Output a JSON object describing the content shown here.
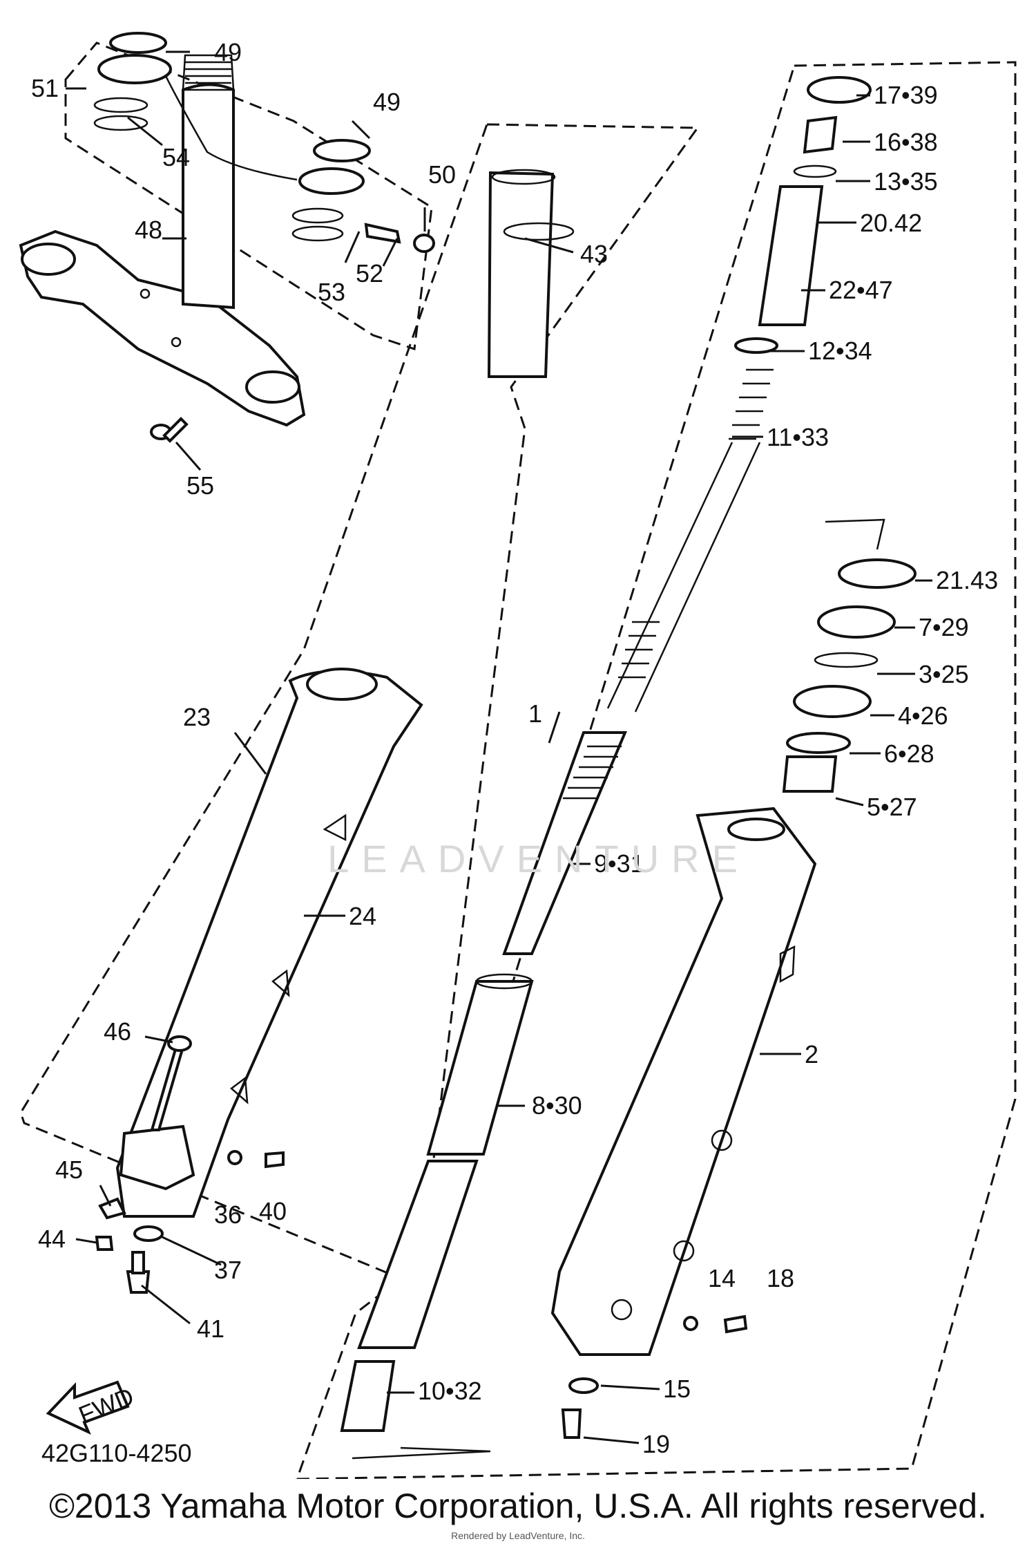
{
  "diagram_code": "42G110-4250",
  "copyright": "©2013 Yamaha Motor Corporation, U.S.A. All rights reserved.",
  "watermark": "LEADVENTURE",
  "footnote": "Rendered by LeadVenture, Inc.",
  "fwd_label": "FWD",
  "callouts": {
    "c1": "1",
    "c2": "2",
    "c3_25": "3•25",
    "c4_26": "4•26",
    "c5_27": "5•27",
    "c6_28": "6•28",
    "c7_29": "7•29",
    "c8_30": "8•30",
    "c9_31": "9•31",
    "c10_32": "10•32",
    "c11_33": "11•33",
    "c12_34": "12•34",
    "c13_35": "13•35",
    "c14": "14",
    "c15": "15",
    "c16_38": "16•38",
    "c17_39": "17•39",
    "c18": "18",
    "c19": "19",
    "c20_42": "20.42",
    "c21_43": "21.43",
    "c22_47": "22•47",
    "c23": "23",
    "c24": "24",
    "c36": "36",
    "c37": "37",
    "c40": "40",
    "c41": "41",
    "c43": "43",
    "c44": "44",
    "c45": "45",
    "c46": "46",
    "c48": "48",
    "c49a": "49",
    "c49b": "49",
    "c50": "50",
    "c51": "51",
    "c52": "52",
    "c53": "53",
    "c54": "54",
    "c55": "55"
  }
}
